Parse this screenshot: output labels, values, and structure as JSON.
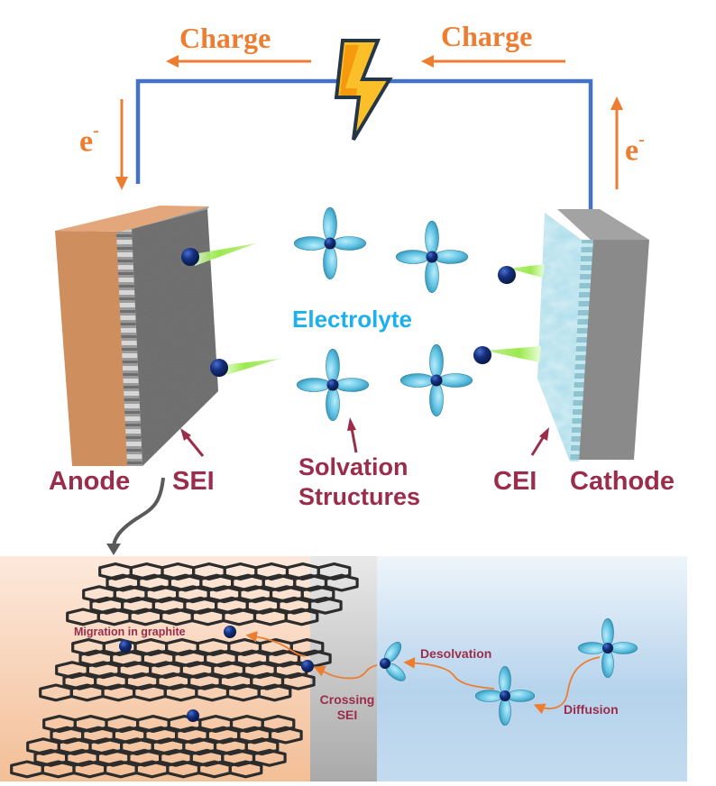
{
  "title": "Li-ion battery charging: electrode interfaces and ion transport",
  "colors": {
    "circuit_wire": "#4472c4",
    "charge_arrow": "#ed7d31",
    "label_maroon": "#9b2d4c",
    "electrolyte_text": "#1cb0ec",
    "anode_copper": "#d4915e",
    "cathode_gray": "#8a8a8a",
    "cei_blue": "#a7dcea",
    "ion_navy": "#0f2a6e",
    "solvent_blue": "#5fc1e0",
    "lightning_yellow": "#fbbf2a"
  },
  "circuit": {
    "charge_left": "Charge",
    "charge_right": "Charge",
    "electron_left": "e",
    "electron_left_sup": "-",
    "electron_right": "e",
    "electron_right_sup": "-",
    "power_icon": "lightning-bolt-icon"
  },
  "cell": {
    "anode_label": "Anode",
    "sei_label": "SEI",
    "electrolyte_label": "Electrolyte",
    "solvation_label_line1": "Solvation",
    "solvation_label_line2": "Structures",
    "cei_label": "CEI",
    "cathode_label": "Cathode"
  },
  "zoom_panel": {
    "graphite_label": "Migration in graphite",
    "crossing_label_line1": "Crossing",
    "crossing_label_line2": "SEI",
    "desolvation_label": "Desolvation",
    "diffusion_label": "Diffusion"
  }
}
